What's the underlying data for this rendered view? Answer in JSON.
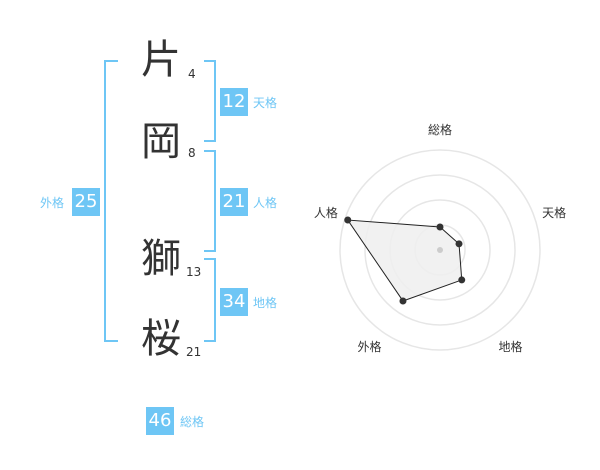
{
  "name": {
    "chars": [
      {
        "char": "片",
        "strokes": "4"
      },
      {
        "char": "岡",
        "strokes": "8"
      },
      {
        "char": "獅",
        "strokes": "13"
      },
      {
        "char": "桜",
        "strokes": "21"
      }
    ]
  },
  "kakusu": {
    "tenkaku": {
      "value": "12",
      "label": "天格"
    },
    "jinkaku": {
      "value": "21",
      "label": "人格"
    },
    "chikaku": {
      "value": "34",
      "label": "地格"
    },
    "gaikaku": {
      "value": "25",
      "label": "外格"
    },
    "soukaku": {
      "value": "46",
      "label": "総格"
    }
  },
  "colors": {
    "accent": "#6ec6f5",
    "text": "#333333",
    "ring": "#e6e6e6",
    "fill": "#efefef",
    "outline": "#222222"
  },
  "chart_data": {
    "type": "radar",
    "axes": [
      "総格",
      "天格",
      "地格",
      "外格",
      "人格"
    ],
    "values": [
      0.23,
      0.2,
      0.37,
      0.63,
      0.97
    ],
    "rings": 4
  }
}
